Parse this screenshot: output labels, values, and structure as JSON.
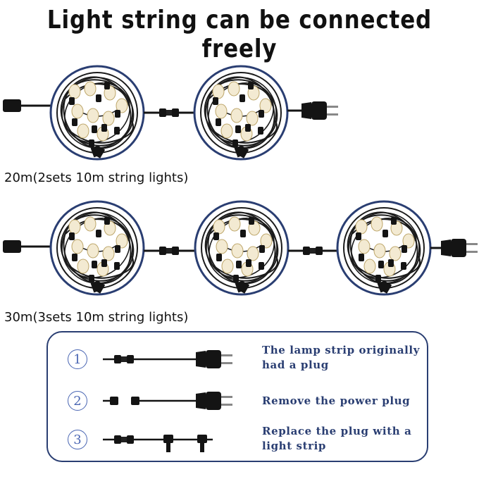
{
  "title": "Light string can be connected freely",
  "rows": [
    {
      "label": "20m(2sets 10m string lights)",
      "coil_count": 2
    },
    {
      "label": "30m(3sets 10m string lights)",
      "coil_count": 3
    }
  ],
  "steps": [
    {
      "number": "1",
      "text_line1": "The lamp strip originally",
      "text_line2": "had a plug"
    },
    {
      "number": "2",
      "text_line1": "Remove the power plug",
      "text_line2": ""
    },
    {
      "number": "3",
      "text_line1": "Replace the plug with a",
      "text_line2": "light strip"
    }
  ],
  "colors": {
    "ring": "#2a3e72",
    "cable": "#111111",
    "bulb": "#f3ead2",
    "step_text": "#2a3e72",
    "step_number": "#4a66b3"
  },
  "icons": [
    "cable-coil-icon",
    "connector-icon",
    "power-plug-icon",
    "socket-coupler-icon"
  ]
}
